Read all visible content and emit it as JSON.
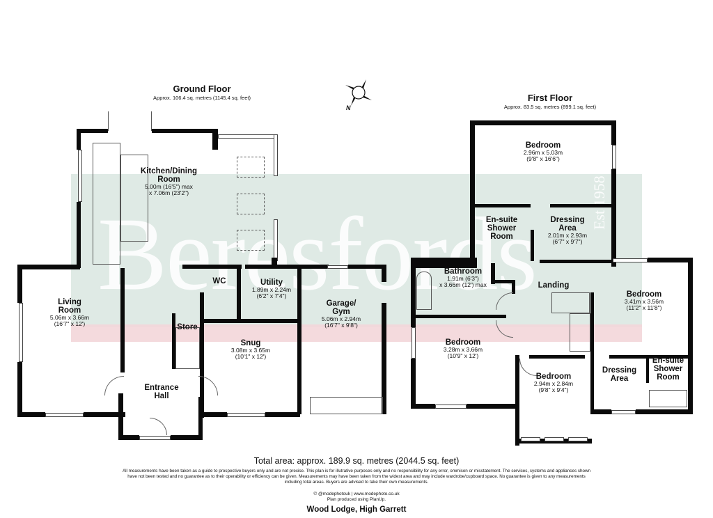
{
  "compass": {
    "icon": "compass-rose-icon",
    "label": "N"
  },
  "ground_floor": {
    "title": "Ground Floor",
    "area": "Approx. 106.4 sq. metres (1145.4 sq. feet)",
    "rooms": [
      {
        "name": "Kitchen/Dining Room",
        "line1": "Kitchen/Dining",
        "line2": "Room",
        "dim1": "5.00m (16'5\") max",
        "dim2": "x 7.06m (23'2\")"
      },
      {
        "name": "Living Room",
        "line1": "Living",
        "line2": "Room",
        "dim1": "5.06m x 3.66m",
        "dim2": "(16'7\" x 12')"
      },
      {
        "name": "WC",
        "line1": "WC"
      },
      {
        "name": "Utility",
        "line1": "Utility",
        "dim1": "1.89m x 2.24m",
        "dim2": "(6'2\" x 7'4\")"
      },
      {
        "name": "Garage/Gym",
        "line1": "Garage/",
        "line2": "Gym",
        "dim1": "5.06m x 2.94m",
        "dim2": "(16'7\" x 9'8\")"
      },
      {
        "name": "Store",
        "line1": "Store"
      },
      {
        "name": "Snug",
        "line1": "Snug",
        "dim1": "3.08m x 3.65m",
        "dim2": "(10'1\" x 12')"
      },
      {
        "name": "Entrance Hall",
        "line1": "Entrance",
        "line2": "Hall"
      }
    ]
  },
  "first_floor": {
    "title": "First Floor",
    "area": "Approx. 83.5 sq. metres (899.1 sq. feet)",
    "rooms": [
      {
        "name": "Bedroom",
        "line1": "Bedroom",
        "dim1": "2.96m x 5.03m",
        "dim2": "(9'8\" x 16'6\")"
      },
      {
        "name": "En-suite Shower Room",
        "line1": "En-suite",
        "line2": "Shower",
        "line3": "Room"
      },
      {
        "name": "Dressing Area",
        "line1": "Dressing",
        "line2": "Area",
        "dim1": "2.01m x 2.93m",
        "dim2": "(6'7\" x 9'7\")"
      },
      {
        "name": "Bathroom",
        "line1": "Bathroom",
        "dim1": "1.91m (6'3\")",
        "dim2": "x 3.66m (12') max"
      },
      {
        "name": "Landing",
        "line1": "Landing"
      },
      {
        "name": "Bedroom",
        "line1": "Bedroom",
        "dim1": "3.41m x 3.56m",
        "dim2": "(11'2\" x 11'8\")"
      },
      {
        "name": "Bedroom",
        "line1": "Bedroom",
        "dim1": "3.28m x 3.66m",
        "dim2": "(10'9\" x 12')"
      },
      {
        "name": "Bedroom",
        "line1": "Bedroom",
        "dim1": "2.94m x 2.84m",
        "dim2": "(9'8\" x 9'4\")"
      },
      {
        "name": "Dressing Area",
        "line1": "Dressing",
        "line2": "Area"
      },
      {
        "name": "En-suite Shower Room",
        "line1": "En-suite",
        "line2": "Shower",
        "line3": "Room"
      }
    ]
  },
  "watermark": {
    "text": "Beresfords",
    "est": "Est 1958"
  },
  "footer": {
    "total_area": "Total area: approx. 189.9 sq. metres (2044.5 sq. feet)",
    "disclaimer": "All measurements have been taken as a guide to prospective buyers only and are not precise. This plan is for illutrative purposes only and no responsibility for any error, ommison or misstatement. The services, systems and appliances shown have not been tested and no guarantee as to their operability or efficiency can be given. Measurements may have been taken from the widest area and may include wardrobe/cupboard space. No guarantee is given to any measurements including total areas. Buyers are advised to take their own measurements.",
    "credit_line1": "© @modephotouk | www.modephoto.co.uk",
    "credit_line2": "Plan produced using PlanUp.",
    "property_name": "Wood Lodge, High Garrett"
  },
  "colors": {
    "wall": "#0a0a0a",
    "band_green": "#d9e6e1",
    "band_pink": "#f3d6d9",
    "watermark": "#ffffff"
  }
}
